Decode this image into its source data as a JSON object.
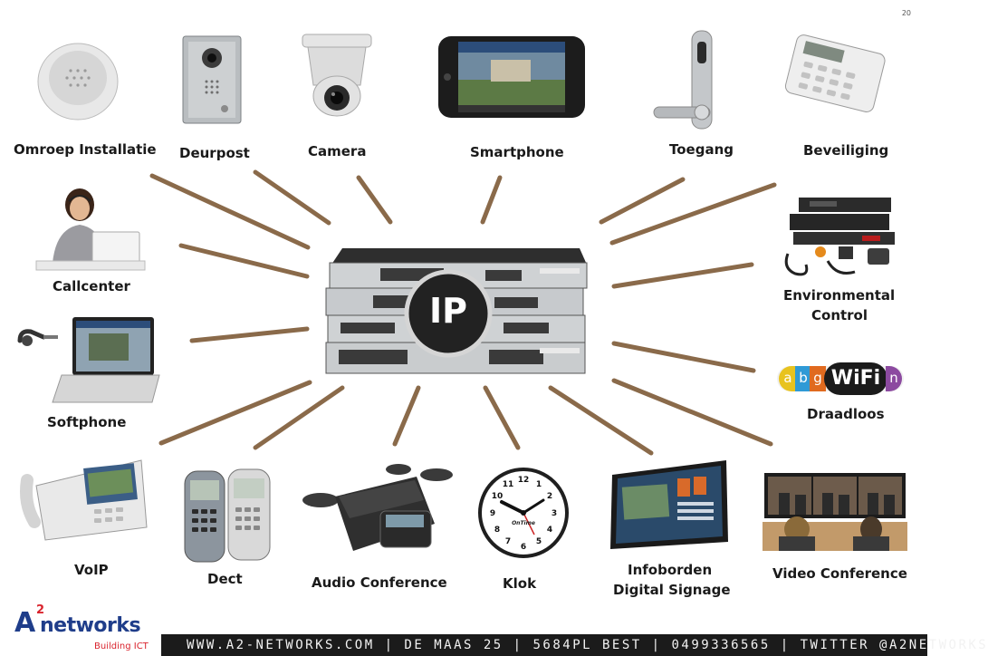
{
  "page_number": "20",
  "hub_label": "IP",
  "devices": {
    "omroep": "Omroep Installatie",
    "deurpost": "Deurpost",
    "camera": "Camera",
    "smartphone": "Smartphone",
    "toegang": "Toegang",
    "beveiliging": "Beveiliging",
    "callcenter": "Callcenter",
    "environmental_1": "Environmental",
    "environmental_2": "Control",
    "softphone": "Softphone",
    "draadloos": "Draadloos",
    "voip": "VoIP",
    "dect": "Dect",
    "audio_conference": "Audio Conference",
    "klok": "Klok",
    "infoborden_1": "Infoborden",
    "infoborden_2": "Digital Signage",
    "video_conference": "Video Conference"
  },
  "wifi_badge": {
    "letters": [
      "a",
      "b",
      "g",
      "n"
    ],
    "word": "WiFi"
  },
  "clock_brand": "OnTime",
  "logo": {
    "a": "A",
    "sup": "2",
    "name": "networks",
    "tagline": "Building ICT"
  },
  "footer": "WWW.A2-NETWORKS.COM | DE MAAS 25 | 5684PL BEST | 0499336565 | TWITTER @A2NETWORKS",
  "colors": {
    "ray": "#8a6a4a",
    "logo_blue": "#1f3d8a",
    "logo_red": "#d9232d",
    "footer_bg": "#1b1b1b"
  }
}
